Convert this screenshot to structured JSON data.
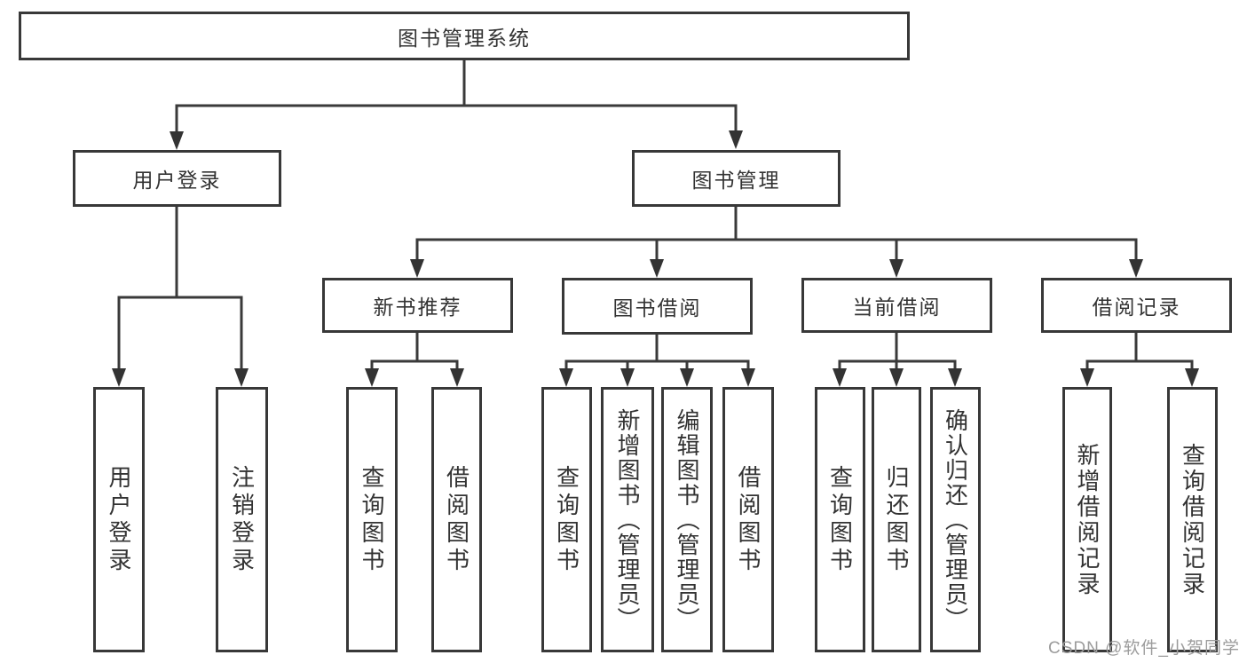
{
  "tree": {
    "label": "图书管理系统",
    "children": [
      {
        "label": "用户登录",
        "children": [
          {
            "label": "用户登录"
          },
          {
            "label": "注销登录"
          }
        ]
      },
      {
        "label": "图书管理",
        "children": [
          {
            "label": "新书推荐",
            "children": [
              {
                "label": "查询图书"
              },
              {
                "label": "借阅图书"
              }
            ]
          },
          {
            "label": "图书借阅",
            "children": [
              {
                "label": "查询图书"
              },
              {
                "label": "新增图书（管理员）"
              },
              {
                "label": "编辑图书（管理员）"
              },
              {
                "label": "借阅图书"
              }
            ]
          },
          {
            "label": "当前借阅",
            "children": [
              {
                "label": "查询图书"
              },
              {
                "label": "归还图书"
              },
              {
                "label": "确认归还（管理员）"
              }
            ]
          },
          {
            "label": "借阅记录",
            "children": [
              {
                "label": "新增借阅记录"
              },
              {
                "label": "查询借阅记录"
              }
            ]
          }
        ]
      }
    ]
  },
  "watermark": "CSDN @软件_小贺同学",
  "colors": {
    "line": "#3a3a3a",
    "box_border": "#383838",
    "box_fill": "#ffffff",
    "text": "#333333",
    "watermark": "#9c9c9c"
  }
}
